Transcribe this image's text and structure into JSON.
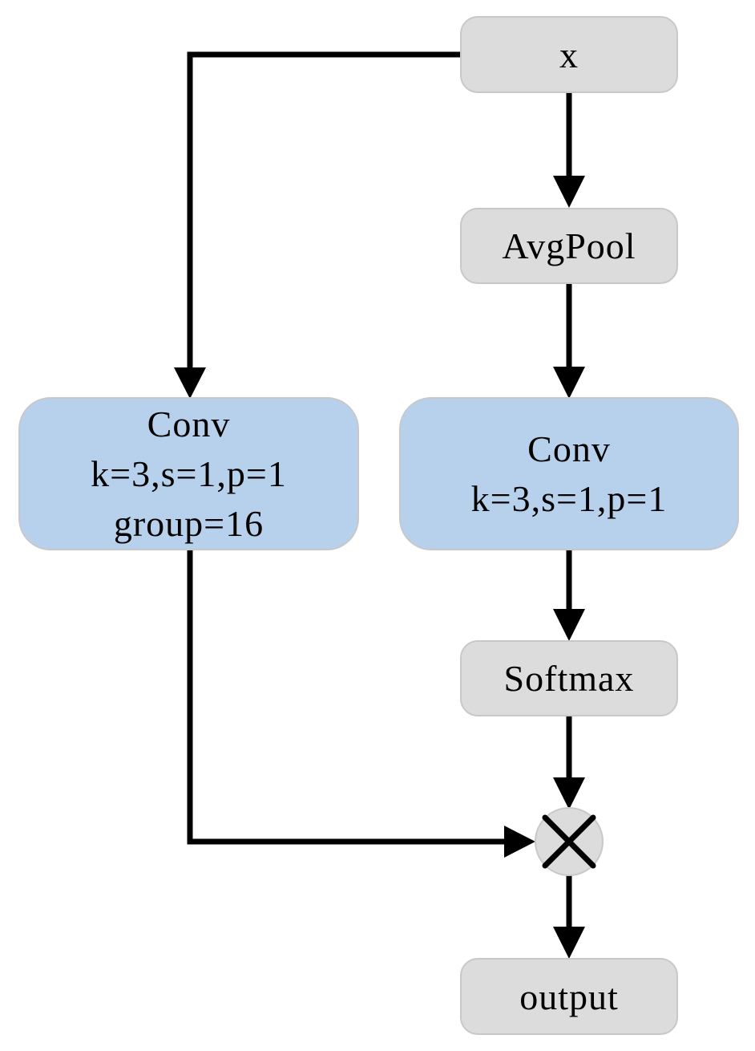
{
  "nodes": {
    "input": "x",
    "avgpool": "AvgPool",
    "conv_left": {
      "line1": "Conv",
      "line2": "k=3,s=1,p=1",
      "line3": "group=16"
    },
    "conv_right": {
      "line1": "Conv",
      "line2": "k=3,s=1,p=1"
    },
    "softmax": "Softmax",
    "output": "output"
  },
  "colors": {
    "gray_fill": "#dcdcdc",
    "blue_fill": "#b7d1ec",
    "border": "#c8c8c8",
    "edge": "#000000"
  },
  "operator_icon": "multiply-circle-icon"
}
